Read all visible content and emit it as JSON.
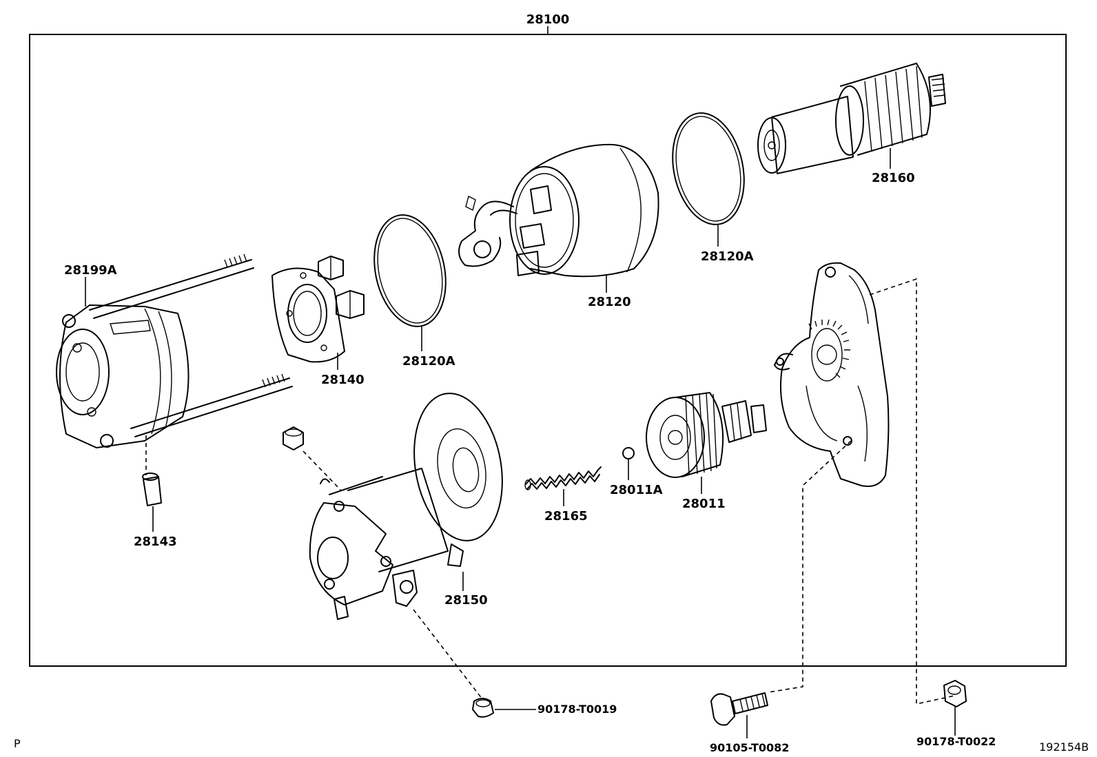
{
  "assembly_label": "28100",
  "labels": {
    "p28199A": "28199A",
    "p28140": "28140",
    "p28120A_left": "28120A",
    "p28120": "28120",
    "p28120A_right": "28120A",
    "p28160": "28160",
    "p28143": "28143",
    "p28150": "28150",
    "p28165": "28165",
    "p28011A": "28011A",
    "p28011": "28011",
    "b90178T0019": "90178-T0019",
    "b90105T0082": "90105-T0082",
    "b90178T0022": "90178-T0022"
  },
  "corner_left": "P",
  "corner_right": "192154B"
}
